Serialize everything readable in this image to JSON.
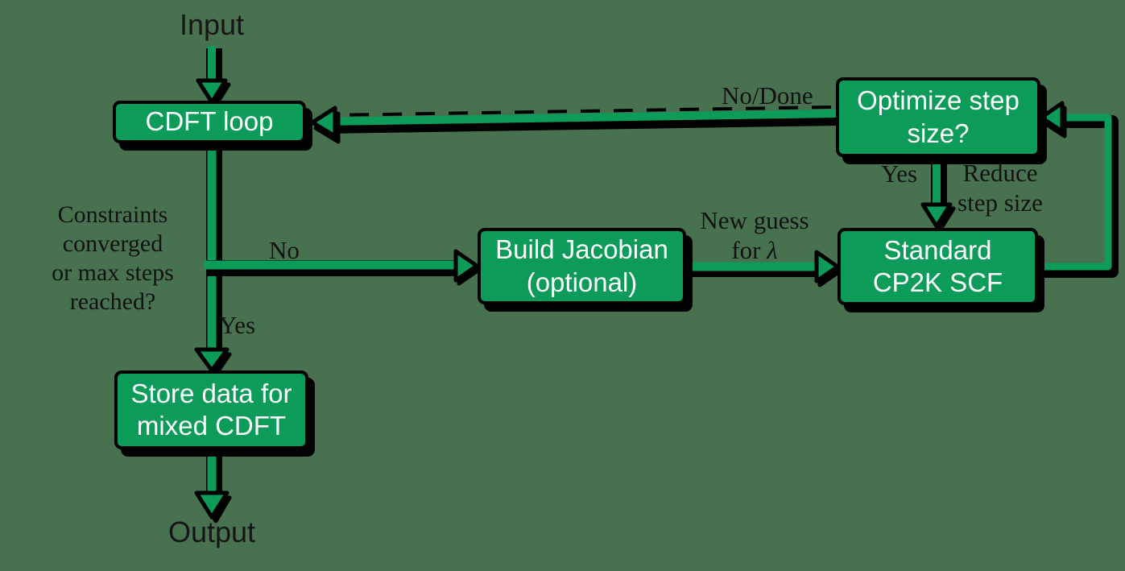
{
  "diagram_type": "flowchart",
  "colors": {
    "background": "#48714f",
    "box_fill": "#0d9b59",
    "box_border": "#000000",
    "box_text": "#ffffff",
    "label_text": "#121212",
    "arrow_green": "#0d9b59",
    "arrow_outline": "#000000"
  },
  "boxes": {
    "cdft_loop": {
      "label": "CDFT loop"
    },
    "optimize_step": {
      "lines": [
        "Optimize step",
        "size?"
      ]
    },
    "build_jacobian": {
      "lines": [
        "Build Jacobian",
        "(optional)"
      ]
    },
    "standard_scf": {
      "lines": [
        "Standard",
        "CP2K SCF"
      ]
    },
    "store_data": {
      "lines": [
        "Store data for",
        "mixed CDFT"
      ]
    }
  },
  "labels": {
    "input": "Input",
    "output": "Output",
    "no_done": "No/Done",
    "yes_step": "Yes",
    "reduce_lines": [
      "Reduce",
      "step size"
    ],
    "new_guess_line1": "New guess",
    "new_guess_line2_pre": "for ",
    "lambda": "λ",
    "no_branch": "No",
    "yes_branch": "Yes",
    "constraints_lines": [
      "Constraints",
      "converged",
      "or max steps",
      "reached?"
    ]
  }
}
